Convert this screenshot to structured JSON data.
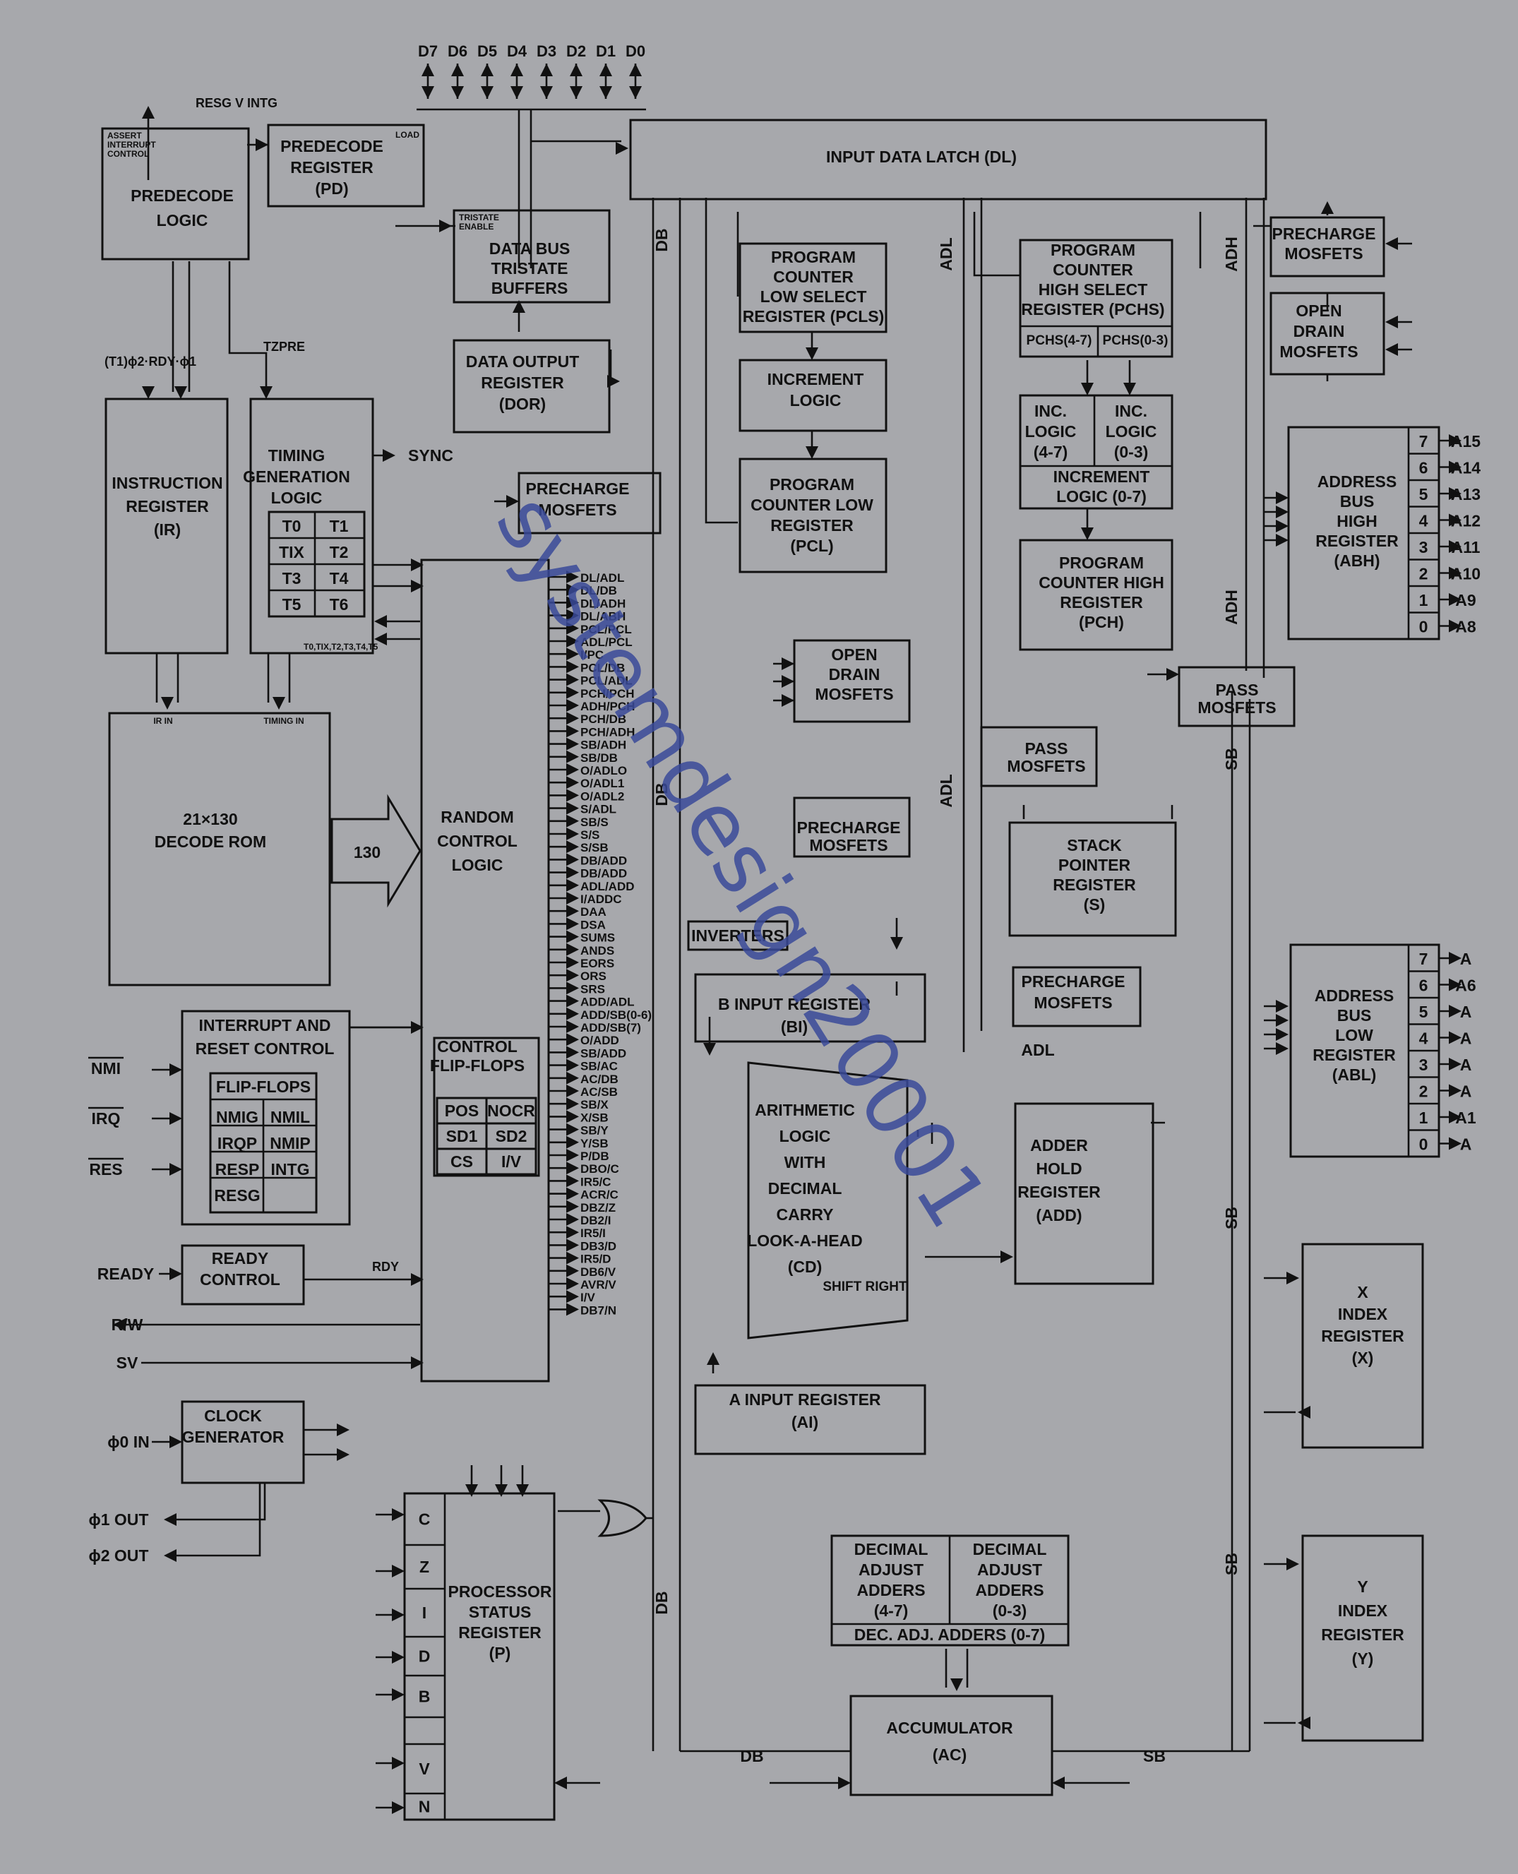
{
  "data_pins": [
    "D7",
    "D6",
    "D5",
    "D4",
    "D3",
    "D2",
    "D1",
    "D0"
  ],
  "blocks": {
    "predecode_logic": {
      "lines": [
        "PREDECODE",
        "LOGIC"
      ],
      "note": [
        "ASSERT",
        "INTERRUPT",
        "CONTROL"
      ]
    },
    "predecode_register": {
      "lines": [
        "PREDECODE",
        "REGISTER",
        "(PD)"
      ],
      "load": "LOAD"
    },
    "data_bus_tristate": {
      "lines": [
        "DATA BUS",
        "TRISTATE",
        "BUFFERS"
      ],
      "note": [
        "TRISTATE",
        "ENABLE"
      ]
    },
    "data_output_register": {
      "lines": [
        "DATA OUTPUT",
        "REGISTER",
        "(DOR)"
      ]
    },
    "input_data_latch": {
      "lines": [
        "INPUT DATA LATCH (DL)"
      ]
    },
    "instruction_register": {
      "lines": [
        "INSTRUCTION",
        "REGISTER",
        "(IR)"
      ]
    },
    "timing_generation": {
      "lines": [
        "TIMING",
        "GENERATION",
        "LOGIC"
      ],
      "states": [
        "T0",
        "T1",
        "TIX",
        "T2",
        "T3",
        "T4",
        "T5",
        "T6"
      ],
      "out": "T0,TIX,T2,T3,T4,T5"
    },
    "decode_rom": {
      "lines": [
        "21×130",
        "DECODE ROM"
      ],
      "ir_in": "IR IN",
      "timing_in": "TIMING IN"
    },
    "random_control_logic": {
      "lines": [
        "RANDOM",
        "CONTROL",
        "LOGIC"
      ],
      "count": "130"
    },
    "control_flipflops": {
      "lines": [
        "CONTROL",
        "FLIP-FLOPS"
      ],
      "cells": [
        "POS",
        "NOCR",
        "SD1",
        "SD2",
        "CS",
        "I/V"
      ]
    },
    "interrupt_reset": {
      "lines": [
        "INTERRUPT AND",
        "RESET CONTROL"
      ],
      "cells": [
        "FLIP-FLOPS",
        "NMIG",
        "NMIL",
        "IRQP",
        "NMIP",
        "RESP",
        "INTG",
        "RESG"
      ]
    },
    "ready_control": {
      "lines": [
        "READY",
        "CONTROL"
      ]
    },
    "clock_generator": {
      "lines": [
        "CLOCK",
        "GENERATOR"
      ]
    },
    "processor_status": {
      "lines": [
        "PROCESSOR",
        "STATUS",
        "REGISTER",
        "(P)"
      ],
      "flags": [
        "C",
        "Z",
        "I",
        "D",
        "B",
        "",
        "V",
        "N"
      ]
    },
    "precharge_1": {
      "lines": [
        "PRECHARGE",
        "MOSFETS"
      ]
    },
    "pcls": {
      "lines": [
        "PROGRAM",
        "COUNTER",
        "LOW SELECT",
        "REGISTER (PCLS)"
      ]
    },
    "increment_logic": {
      "lines": [
        "INCREMENT",
        "LOGIC"
      ]
    },
    "pcl": {
      "lines": [
        "PROGRAM",
        "COUNTER LOW",
        "REGISTER",
        "(PCL)"
      ]
    },
    "pchs": {
      "lines": [
        "PROGRAM",
        "COUNTER",
        "HIGH SELECT",
        "REGISTER (PCHS)"
      ],
      "halves": [
        "PCHS(4-7)",
        "PCHS(0-3)"
      ]
    },
    "inc_47": {
      "lines": [
        "INC.",
        "LOGIC",
        "(4-7)"
      ]
    },
    "inc_03": {
      "lines": [
        "INC.",
        "LOGIC",
        "(0-3)"
      ]
    },
    "inc_07": {
      "lines": [
        "INCREMENT",
        "LOGIC (0-7)"
      ]
    },
    "pch": {
      "lines": [
        "PROGRAM",
        "COUNTER HIGH",
        "REGISTER",
        "(PCH)"
      ]
    },
    "open_drain_adl": {
      "lines": [
        "OPEN",
        "DRAIN",
        "MOSFETS"
      ]
    },
    "precharge_2": {
      "lines": [
        "PRECHARGE",
        "MOSFETS"
      ]
    },
    "inverters": {
      "lines": [
        "INVERTERS"
      ]
    },
    "b_input": {
      "lines": [
        "B INPUT REGISTER",
        "(BI)"
      ]
    },
    "alu": {
      "lines": [
        "ARITHMETIC",
        "LOGIC",
        "WITH",
        "DECIMAL",
        "CARRY",
        "LOOK-A-HEAD",
        "(CD)"
      ],
      "shift": "SHIFT RIGHT"
    },
    "a_input": {
      "lines": [
        "A INPUT REGISTER",
        "(AI)"
      ]
    },
    "dec_adj_47": {
      "lines": [
        "DECIMAL",
        "ADJUST",
        "ADDERS",
        "(4-7)"
      ]
    },
    "dec_adj_03": {
      "lines": [
        "DECIMAL",
        "ADJUST",
        "ADDERS",
        "(0-3)"
      ]
    },
    "dec_adj_all": {
      "lines": [
        "DEC. ADJ. ADDERS (0-7)"
      ]
    },
    "accumulator": {
      "lines": [
        "ACCUMULATOR",
        "(AC)"
      ]
    },
    "pass_1": {
      "lines": [
        "PASS",
        "MOSFETS"
      ]
    },
    "pass_2": {
      "lines": [
        "PASS",
        "MOSFETS"
      ]
    },
    "stack_pointer": {
      "lines": [
        "STACK",
        "POINTER",
        "REGISTER",
        "(S)"
      ]
    },
    "precharge_3": {
      "lines": [
        "PRECHARGE",
        "MOSFETS"
      ]
    },
    "adder_hold": {
      "lines": [
        "ADDER",
        "HOLD",
        "REGISTER",
        "(ADD)"
      ]
    },
    "precharge_4": {
      "lines": [
        "PRECHARGE",
        "MOSFETS"
      ]
    },
    "open_drain_adh": {
      "lines": [
        "OPEN",
        "DRAIN",
        "MOSFETS"
      ]
    },
    "abh": {
      "lines": [
        "ADDRESS",
        "BUS",
        "HIGH",
        "REGISTER",
        "(ABH)"
      ],
      "bits": [
        "7",
        "6",
        "5",
        "4",
        "3",
        "2",
        "1",
        "0"
      ],
      "pins": [
        "A15",
        "A14",
        "A13",
        "A12",
        "A11",
        "A10",
        "A9",
        "A8"
      ]
    },
    "abl": {
      "lines": [
        "ADDRESS",
        "BUS",
        "LOW",
        "REGISTER",
        "(ABL)"
      ],
      "bits": [
        "7",
        "6",
        "5",
        "4",
        "3",
        "2",
        "1",
        "0"
      ],
      "pins": [
        "A",
        "A6",
        "A",
        "A",
        "A",
        "A",
        "A1",
        "A"
      ]
    },
    "x_index": {
      "lines": [
        "X",
        "INDEX",
        "REGISTER",
        "(X)"
      ]
    },
    "y_index": {
      "lines": [
        "Y",
        "INDEX",
        "REGISTER",
        "(Y)"
      ]
    }
  },
  "control_signals": [
    "DL/ADL",
    "DL/DB",
    "DL/ADH",
    "DL/ABH",
    "PCL/PCL",
    "ADL/PCL",
    "I/PC",
    "PCL/DB",
    "PCL/ADL",
    "PCH/PCH",
    "ADH/PCH",
    "PCH/DB",
    "PCH/ADH",
    "SB/ADH",
    "SB/DB",
    "O/ADLO",
    "O/ADL1",
    "O/ADL2",
    "S/ADL",
    "SB/S",
    "S/S",
    "S/SB",
    "DB/ADD",
    "DB/ADD",
    "ADL/ADD",
    "I/ADDC",
    "DAA",
    "DSA",
    "SUMS",
    "ANDS",
    "EORS",
    "ORS",
    "SRS",
    "ADD/ADL",
    "ADD/SB(0-6)",
    "ADD/SB(7)",
    "O/ADD",
    "SB/ADD",
    "SB/AC",
    "AC/DB",
    "AC/SB",
    "SB/X",
    "X/SB",
    "SB/Y",
    "Y/SB",
    "P/DB",
    "DBO/C",
    "IR5/C",
    "ACR/C",
    "DBZ/Z",
    "DB2/I",
    "IR5/I",
    "DB3/D",
    "IR5/D",
    "DB6/V",
    "AVR/V",
    "I/V",
    "DB7/N"
  ],
  "left_io": {
    "nmi": "NMI",
    "irq": "IRQ",
    "res": "RES",
    "ready": "READY",
    "rw": "R/W",
    "sv": "SV",
    "phi0": "ϕ0 IN",
    "phi1out": "ϕ1 OUT",
    "phi2out": "ϕ2 OUT",
    "sync": "SYNC",
    "rdy": "RDY",
    "resg_intg": "RESG V INTG",
    "tzpre": "TZPRE",
    "t1_rdy": "(T1)ϕ2·RDY·ϕ1"
  },
  "bus_labels": {
    "db": "DB",
    "adl": "ADL",
    "adh": "ADH",
    "sb": "SB"
  },
  "watermark": "systemdesign20001",
  "colors": {
    "background": "#a7a8ac",
    "ink": "#111111",
    "watermark": "#3a4a99"
  }
}
